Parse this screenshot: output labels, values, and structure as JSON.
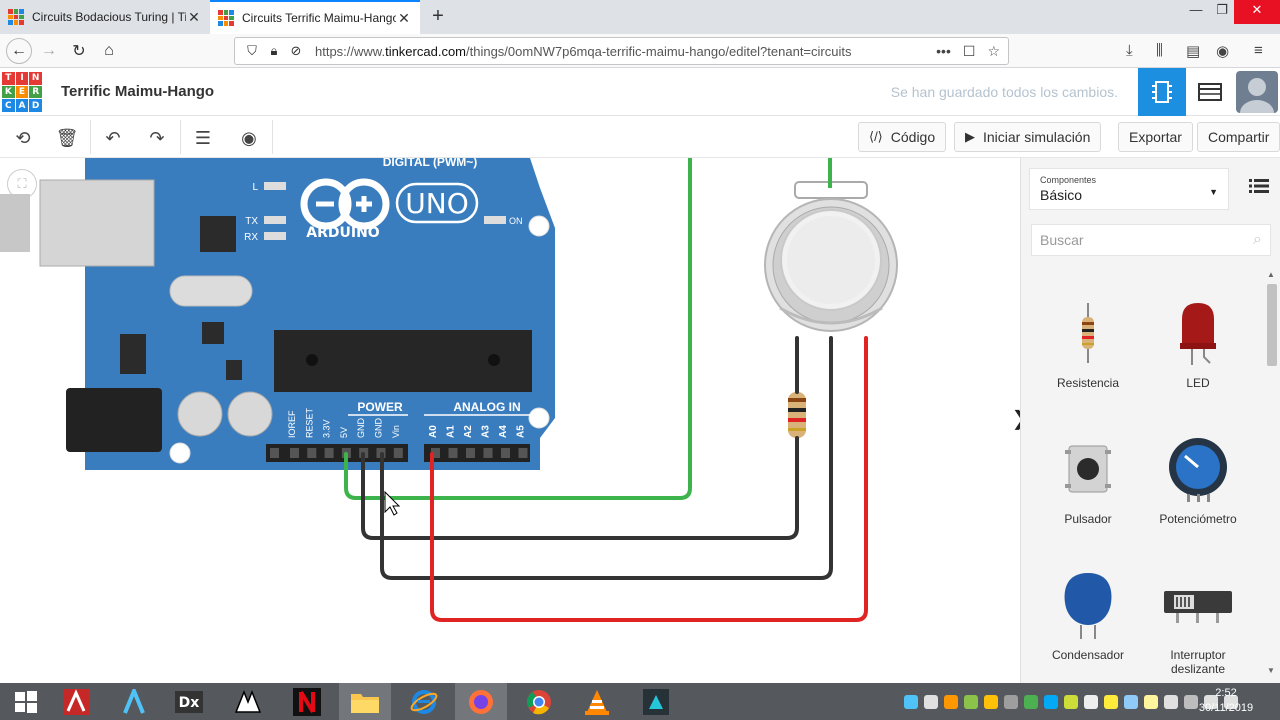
{
  "browser": {
    "tabs": [
      {
        "title": "Circuits Bodacious Turing | Tin",
        "active": false
      },
      {
        "title": "Circuits Terrific Maimu-Hango",
        "active": true
      }
    ],
    "url": {
      "prefix": "https://www.",
      "host": "tinkercad.com",
      "path": "/things/0omNW7p6mqa-terrific-maimu-hango/editel?tenant=circuits"
    },
    "url_actions": [
      "•••",
      "☐",
      "☆"
    ]
  },
  "header": {
    "logo_letters": [
      "TIN",
      "KER",
      "CAD"
    ],
    "project_title": "Terrific Maimu-Hango",
    "save_status": "Se han guardado todos los cambios."
  },
  "toolbar": {
    "code_label": "Código",
    "simulate_label": "Iniciar simulación",
    "export_label": "Exportar",
    "share_label": "Compartir"
  },
  "board": {
    "digital_label": "DIGITAL (PWM~)",
    "brand": "ARDUINO",
    "model": "UNO",
    "led_labels": [
      "L",
      "TX",
      "RX"
    ],
    "on_label": "ON",
    "power_label": "POWER",
    "analog_label": "ANALOG IN",
    "power_pins": [
      "IOREF",
      "RESET",
      "3.3V",
      "5V",
      "GND",
      "GND",
      "Vin"
    ],
    "analog_pins": [
      "A0",
      "A1",
      "A2",
      "A3",
      "A4",
      "A5"
    ]
  },
  "panel": {
    "components_label": "Componentes",
    "components_value": "Básico",
    "search_placeholder": "Buscar",
    "items": [
      {
        "label": "Resistencia"
      },
      {
        "label": "LED"
      },
      {
        "label": "Pulsador"
      },
      {
        "label": "Potenciómetro"
      },
      {
        "label": "Condensador"
      },
      {
        "label": "Interruptor deslizante"
      }
    ]
  },
  "taskbar": {
    "apps": [
      "start-menu",
      "autocad",
      "arc",
      "dx",
      "inkscape",
      "netflix",
      "file-explorer",
      "internet-explorer",
      "firefox",
      "chrome",
      "vlc",
      "filmora"
    ],
    "time": "2:52",
    "date": "30/11/2019"
  },
  "colors": {
    "accent_blue": "#1d8fe1",
    "arduino_blue": "#3a7dbf",
    "wire_green": "#3cb44b",
    "wire_red": "#e02424",
    "wire_black": "#333333"
  }
}
